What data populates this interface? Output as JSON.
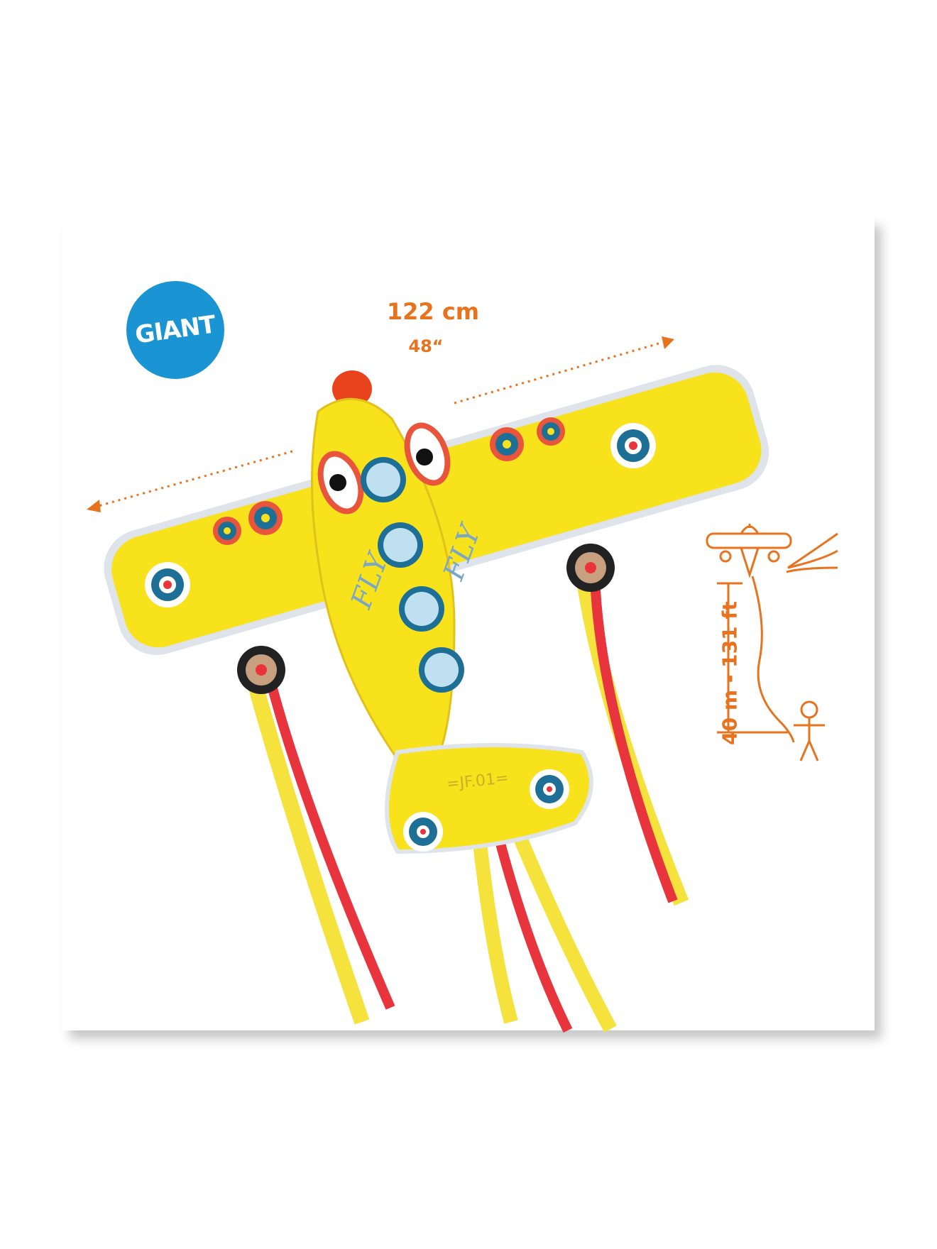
{
  "badge": {
    "label": "GIANT",
    "color": "#1a94d2"
  },
  "dimensions": {
    "width_cm": "122 cm",
    "width_in": "48“",
    "height_range": "40 m - 131 ft",
    "accent_color": "#e8731f"
  },
  "kite": {
    "wing_text_left": "FLY",
    "wing_text_right": "FLY",
    "tail_code": "=JF.01=",
    "body_color": "#f7e21b",
    "ribbon_red": "#e8343c",
    "ribbon_yellow": "#f5e23c"
  },
  "icons": [
    "airplane-kite-icon",
    "person-icon",
    "hand-icon",
    "arrow-icon"
  ]
}
